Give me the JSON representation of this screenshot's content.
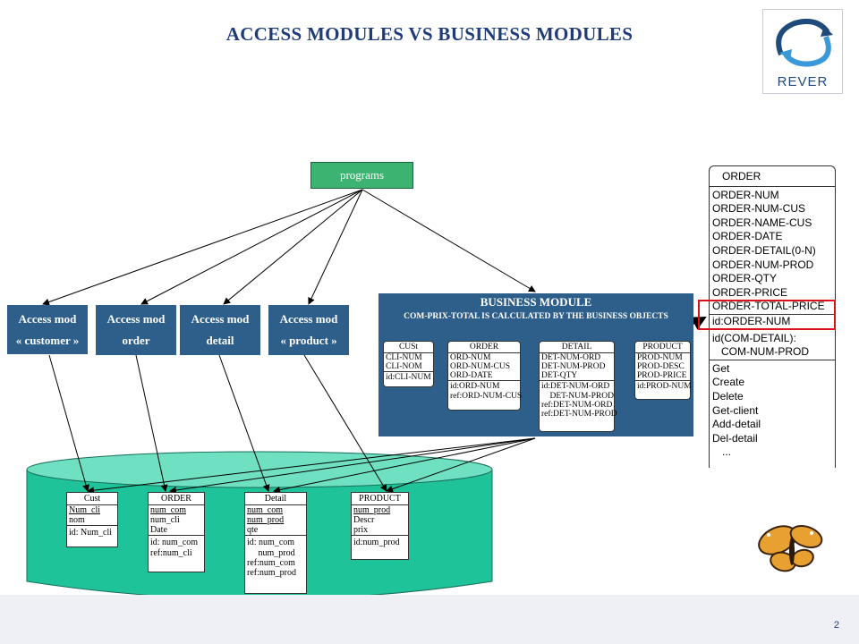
{
  "slide": {
    "title": "ACCESS MODULES VS BUSINESS MODULES",
    "page_number": "2",
    "logo_text": "REVER"
  },
  "programs": {
    "label": "programs"
  },
  "access_modules": [
    {
      "line1": "Access mod",
      "line2": "« customer »"
    },
    {
      "line1": "Access mod",
      "line2": "order"
    },
    {
      "line1": "Access mod",
      "line2": "detail"
    },
    {
      "line1": "Access mod",
      "line2": "« product »"
    }
  ],
  "business_module": {
    "title": "BUSINESS MODULE",
    "subtitle": "COM-PRIX-TOTAL IS CALCULATED BY THE BUSINESS OBJECTS",
    "entities": [
      {
        "name": "CUSt",
        "fields": [
          "CLI-NUM",
          "CLI-NOM"
        ],
        "keys": [
          "id:CLI-NUM"
        ]
      },
      {
        "name": "ORDER",
        "fields": [
          "ORD-NUM",
          "ORD-NUM-CUS",
          "ORD-DATE"
        ],
        "keys": [
          "id:ORD-NUM",
          "ref:ORD-NUM-CUS"
        ]
      },
      {
        "name": "DETAIL",
        "fields": [
          "DET-NUM-ORD",
          "DET-NUM-PROD",
          "DET-QTY"
        ],
        "keys": [
          "id:DET-NUM-ORD",
          "    DET-NUM-PROD",
          "ref:DET-NUM-ORD",
          "ref:DET-NUM-PROD"
        ]
      },
      {
        "name": "PRODUCT",
        "fields": [
          "PROD-NUM",
          "PROD-DESC",
          "PROD-PRICE"
        ],
        "keys": [
          "id:PROD-NUM"
        ]
      }
    ]
  },
  "database_tables": [
    {
      "name": "Cust",
      "fields": [
        "Num_cli",
        "nom"
      ],
      "keys": [
        "id: Num_cli"
      ]
    },
    {
      "name": "ORDER",
      "fields": [
        "num_com",
        "num_cli",
        "Date"
      ],
      "keys": [
        "id: num_com",
        "ref:num_cli"
      ]
    },
    {
      "name": "Detail",
      "fields": [
        "num_com",
        "num_prod",
        "qte"
      ],
      "keys": [
        "id: num_com",
        "     num_prod",
        "ref:num_com",
        "ref:num_prod"
      ]
    },
    {
      "name": "PRODUCT",
      "fields": [
        "num_prod",
        "Descr",
        "prix"
      ],
      "keys": [
        "id:num_prod"
      ]
    }
  ],
  "order_class": {
    "name": "ORDER",
    "attributes": [
      "ORDER-NUM",
      "ORDER-NUM-CUS",
      "ORDER-NAME-CUS",
      "ORDER-DATE",
      "ORDER-DETAIL(0-N)",
      "ORDER-NUM-PROD",
      "ORDER-QTY",
      "ORDER-PRICE",
      "ORDER-TOTAL-PRICE"
    ],
    "identifiers": [
      "id:ORDER-NUM",
      "id(COM-DETAIL):",
      "   COM-NUM-PROD"
    ],
    "methods": [
      "Get",
      "Create",
      "Delete",
      "Get-client",
      "Add-detail",
      "Del-detail",
      "..."
    ]
  },
  "colors": {
    "title": "#1f3c7a",
    "module_blue": "#2d5f8a",
    "programs_green": "#3cb371",
    "database_teal": "#1fc39a",
    "highlight_red": "#e0101a"
  }
}
